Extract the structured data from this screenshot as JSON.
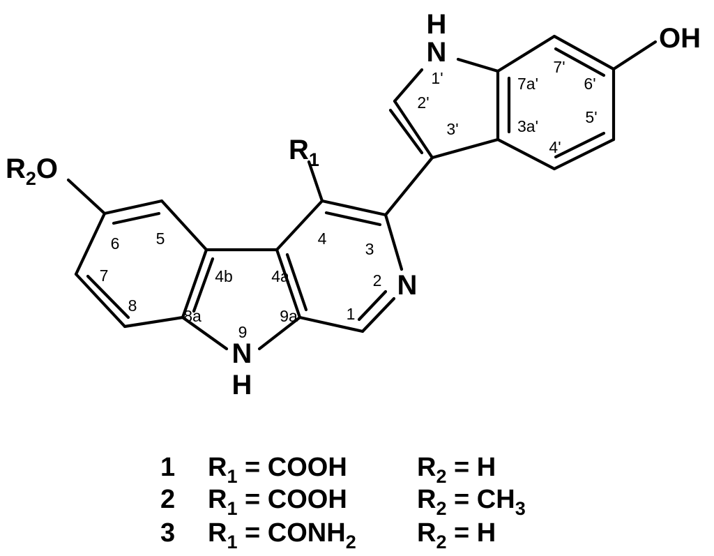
{
  "diagram": {
    "atoms": {
      "nh_top_h": "H",
      "nh_top_n": "N",
      "oh": "OH",
      "r1_main": "R",
      "r1_sub": "1",
      "r2o_r": "R",
      "r2o_sub": "2",
      "r2o_o": "O",
      "n2": "N",
      "nh9_n": "N",
      "nh9_h": "H"
    },
    "position_labels": {
      "p1p": "1'",
      "p2p": "2'",
      "p3p": "3'",
      "p3ap": "3a'",
      "p4p": "4'",
      "p5p": "5'",
      "p6p": "6'",
      "p7p": "7'",
      "p7ap": "7a'",
      "p1": "1",
      "p2": "2",
      "p3": "3",
      "p4": "4",
      "p4a": "4a",
      "p4b": "4b",
      "p5": "5",
      "p6": "6",
      "p7": "7",
      "p8": "8",
      "p8a": "8a",
      "p9": "9",
      "p9a": "9a"
    },
    "compounds": [
      {
        "number": "1",
        "r1_head": "R",
        "r1_sub": "1",
        "r1_value": " = COOH",
        "r2_head": "R",
        "r2_sub": "2",
        "r2_value": " = H",
        "r2_value_sub": ""
      },
      {
        "number": "2",
        "r1_head": "R",
        "r1_sub": "1",
        "r1_value": " = COOH",
        "r2_head": "R",
        "r2_sub": "2",
        "r2_value": " = CH",
        "r2_value_sub": "3"
      },
      {
        "number": "3",
        "r1_head": "R",
        "r1_sub": "1",
        "r1_value": " = CONH",
        "r1_value_sub": "2",
        "r2_head": "R",
        "r2_sub": "2",
        "r2_value": " = H",
        "r2_value_sub": ""
      }
    ]
  }
}
